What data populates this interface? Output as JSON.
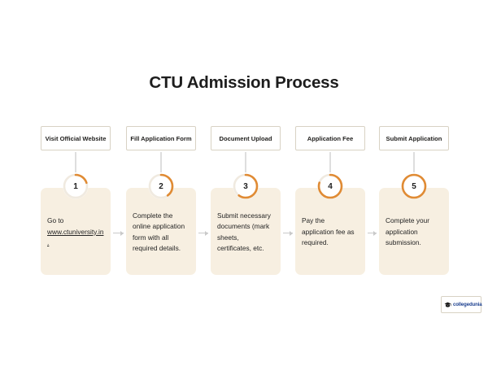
{
  "title": "CTU Admission Process",
  "theme": {
    "accent": "#e08b34",
    "card_bg": "#f7efe1",
    "page_bg": "#ffffff",
    "label_border": "#d8d2c4",
    "arrow_color": "#c9c9c9",
    "text_color": "#242424"
  },
  "steps": [
    {
      "number": "1",
      "label": "Visit Official Website",
      "text_before": "Go to ",
      "link": "www.ctuniversity.in.",
      "text_after": "",
      "progress": 20
    },
    {
      "number": "2",
      "label": "Fill Application Form",
      "text_before": "Complete the online application form with all required details.",
      "link": "",
      "text_after": "",
      "progress": 40
    },
    {
      "number": "3",
      "label": "Document Upload",
      "text_before": "Submit necessary documents (mark sheets, certificates, etc.",
      "link": "",
      "text_after": "",
      "progress": 60
    },
    {
      "number": "4",
      "label": "Application Fee",
      "text_before": "Pay the application fee as required.",
      "link": "",
      "text_after": "",
      "progress": 80
    },
    {
      "number": "5",
      "label": "Submit Application",
      "text_before": "Complete your application submission.",
      "link": "",
      "text_after": "",
      "progress": 100
    }
  ],
  "logo": {
    "icon": "graduation-cap-icon",
    "text": "collegedunia"
  }
}
